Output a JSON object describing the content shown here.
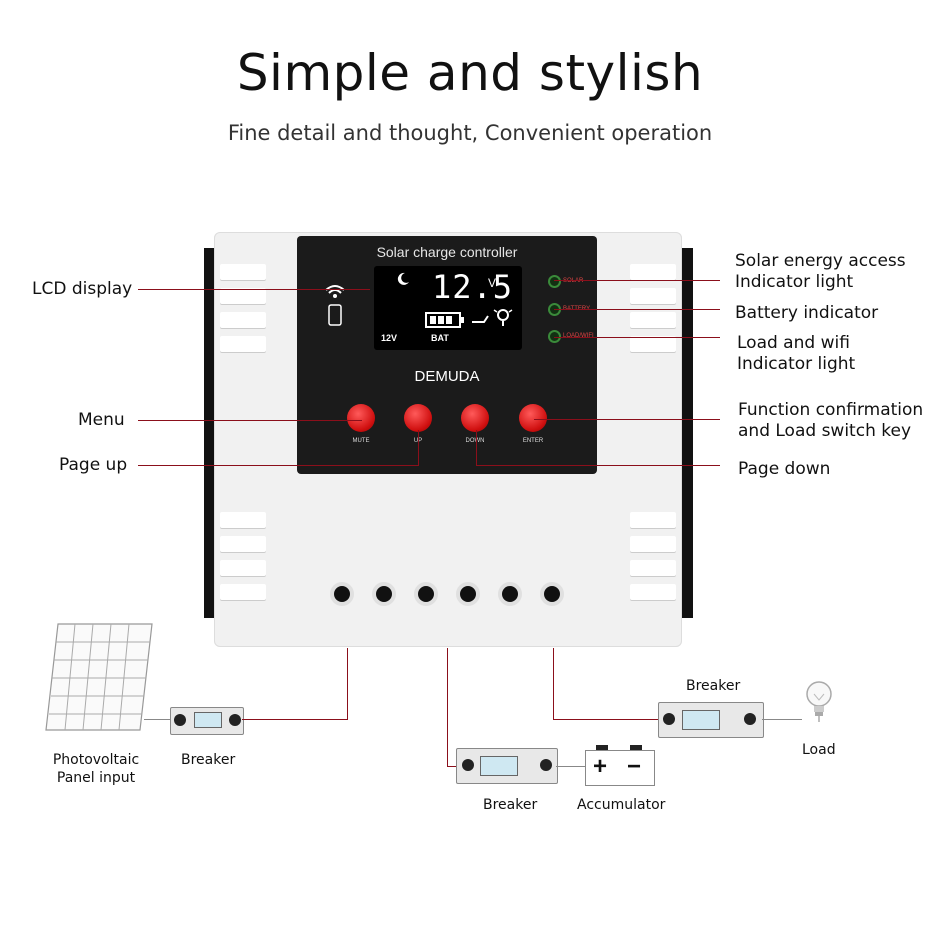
{
  "header": {
    "title": "Simple and  stylish",
    "subtitle": "Fine detail and thought, Convenient operation"
  },
  "device": {
    "panel_title": "Solar charge controller",
    "lcd_value": "12.5",
    "lcd_unit": "V",
    "lcd_voltage_tag": "12V",
    "lcd_bat_tag": "BAT",
    "brand": "DEMUDA",
    "indicators": [
      "SOLAR",
      "BATTERY",
      "LOAD/WIFI"
    ],
    "buttons": [
      "MUTE",
      "UP",
      "DOWN",
      "ENTER"
    ]
  },
  "callouts": {
    "lcd_display": "LCD display",
    "menu": "Menu",
    "page_up": "Page up",
    "solar_light": "Solar energy access Indicator light",
    "battery_indicator": "Battery indicator",
    "load_wifi_light": "Load and wifi Indicator light",
    "function_key": "Function confirmation and Load switch key",
    "page_down": "Page down"
  },
  "wiring": {
    "pv_label": "Photovoltaic Panel input",
    "breaker_left": "Breaker",
    "breaker_middle": "Breaker",
    "accumulator": "Accumulator",
    "accumulator_plus": "+",
    "accumulator_minus": "−",
    "breaker_right": "Breaker",
    "load": "Load"
  },
  "colors": {
    "callout_line": "#8b0f1b",
    "button_red": "#d01010",
    "led_green": "#3a8a3a"
  }
}
